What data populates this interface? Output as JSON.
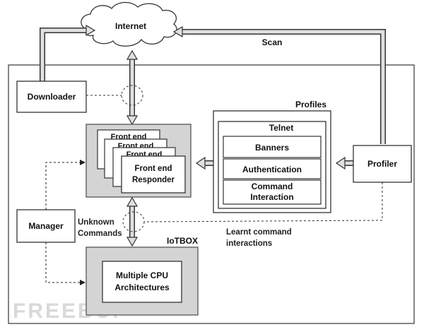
{
  "nodes": {
    "internet": "Internet",
    "scan": "Scan",
    "downloader": "Downloader",
    "profiles": "Profiles",
    "telnet": "Telnet",
    "banners": "Banners",
    "authentication": "Authentication",
    "command_interaction_line1": "Command",
    "command_interaction_line2": "Interaction",
    "profiler": "Profiler",
    "front_end_stack_1": "Front end",
    "front_end_stack_2": "Front end",
    "front_end_stack_3": "Front end",
    "front_end_responder_line1": "Front end",
    "front_end_responder_line2": "Responder",
    "manager": "Manager",
    "unknown_commands_line1": "Unknown",
    "unknown_commands_line2": "Commands",
    "iotbox": "IoTBOX",
    "multiple_cpu_line1": "Multiple CPU",
    "multiple_cpu_line2": "Architectures",
    "learnt_line1": "Learnt command",
    "learnt_line2": "interactions"
  },
  "watermark": "FREEBUF",
  "colors": {
    "box_fill": "#ffffff",
    "shaded_fill": "#d4d4d4",
    "outline": "#333333",
    "arrow_fill": "#e0e0e0"
  }
}
